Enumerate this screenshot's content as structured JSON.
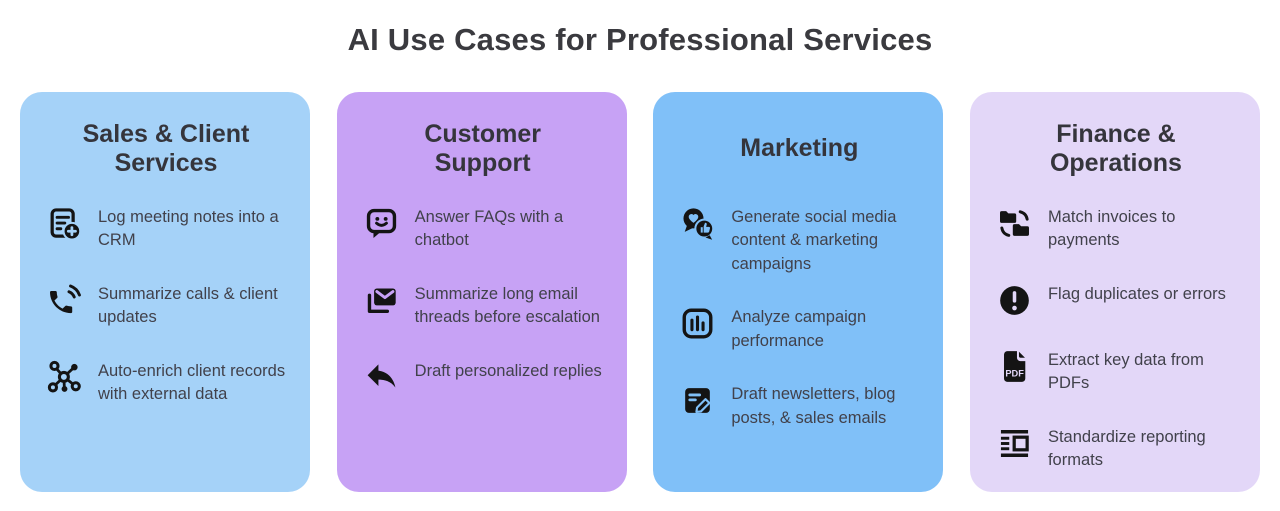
{
  "page": {
    "title": "AI Use Cases for Professional Services"
  },
  "colors": {
    "background": "#ffffff",
    "title_text": "#3a3a3f",
    "card_title_text": "#35353c",
    "item_text": "#41414b",
    "icon": "#141414"
  },
  "cards": [
    {
      "title": "Sales & Client Services",
      "bg": "#a5d2f8",
      "items": [
        {
          "icon": "note-add-icon",
          "text": "Log meeting notes into a CRM"
        },
        {
          "icon": "phone-call-icon",
          "text": "Summarize calls & client updates"
        },
        {
          "icon": "network-nodes-icon",
          "text": "Auto-enrich client records with external data"
        }
      ]
    },
    {
      "title": "Customer Support",
      "bg": "#c7a2f5",
      "items": [
        {
          "icon": "chatbot-smiley-icon",
          "text": "Answer FAQs with a chatbot"
        },
        {
          "icon": "email-stack-icon",
          "text": "Summarize long email threads before escalation"
        },
        {
          "icon": "reply-arrow-icon",
          "text": "Draft personalized replies"
        }
      ]
    },
    {
      "title": "Marketing",
      "bg": "#80c0f8",
      "items": [
        {
          "icon": "social-engagement-icon",
          "text": "Generate social media content & marketing campaigns"
        },
        {
          "icon": "bar-chart-icon",
          "text": "Analyze campaign performance"
        },
        {
          "icon": "edit-document-icon",
          "text": "Draft newsletters, blog posts, & sales emails"
        }
      ]
    },
    {
      "title": "Finance & Operations",
      "bg": "#e3d7f8",
      "items": [
        {
          "icon": "folder-transfer-icon",
          "text": "Match invoices to payments"
        },
        {
          "icon": "alert-circle-icon",
          "text": "Flag duplicates or errors"
        },
        {
          "icon": "pdf-file-icon",
          "text": "Extract key data from PDFs"
        },
        {
          "icon": "report-format-icon",
          "text": "Standardize reporting formats"
        }
      ]
    }
  ]
}
